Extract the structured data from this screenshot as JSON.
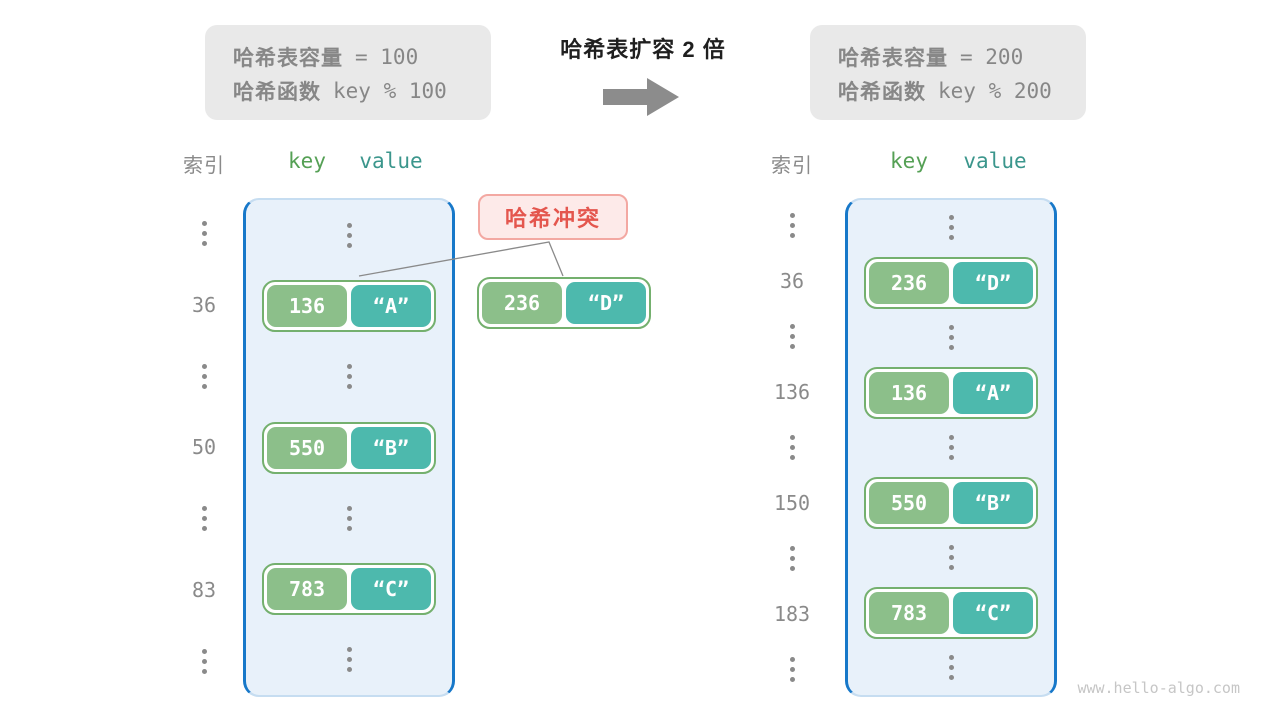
{
  "header": {
    "left_box": {
      "line1_label": "哈希表容量",
      "line1_value": "=  100",
      "line2_label": "哈希函数",
      "line2_value": "key % 100"
    },
    "title": "哈希表扩容 2 倍",
    "right_box": {
      "line1_label": "哈希表容量",
      "line1_value": "=  200",
      "line2_label": "哈希函数",
      "line2_value": "key % 200"
    }
  },
  "columns": {
    "index_label": "索引",
    "key_label": "key",
    "value_label": "value"
  },
  "collision": {
    "label": "哈希冲突",
    "pair": {
      "key": "236",
      "value": "“D”"
    }
  },
  "left_table": {
    "rows": [
      {
        "type": "dots"
      },
      {
        "type": "pair",
        "index": "36",
        "key": "136",
        "value": "“A”"
      },
      {
        "type": "dots"
      },
      {
        "type": "pair",
        "index": "50",
        "key": "550",
        "value": "“B”"
      },
      {
        "type": "dots"
      },
      {
        "type": "pair",
        "index": "83",
        "key": "783",
        "value": "“C”"
      },
      {
        "type": "dots"
      }
    ]
  },
  "right_table": {
    "rows": [
      {
        "type": "dots"
      },
      {
        "type": "pair",
        "index": "36",
        "key": "236",
        "value": "“D”"
      },
      {
        "type": "dots"
      },
      {
        "type": "pair",
        "index": "136",
        "key": "136",
        "value": "“A”"
      },
      {
        "type": "dots"
      },
      {
        "type": "pair",
        "index": "150",
        "key": "550",
        "value": "“B”"
      },
      {
        "type": "dots"
      },
      {
        "type": "pair",
        "index": "183",
        "key": "783",
        "value": "“C”"
      },
      {
        "type": "dots"
      }
    ]
  },
  "watermark": "www.hello-algo.com",
  "colors": {
    "key_green": "#8cbf8a",
    "value_teal": "#4db9ad",
    "pair_border_green": "#74b06e",
    "table_fill_blue": "#e8f1fa",
    "table_border_blue": "#1778c9",
    "collision_fill": "#fdeae9",
    "collision_border": "#f3a8a2",
    "collision_text": "#e4564e",
    "gray_text": "#8a8a8a",
    "info_box_fill": "#e9e9e9",
    "arrow_gray": "#8c8c8c"
  }
}
